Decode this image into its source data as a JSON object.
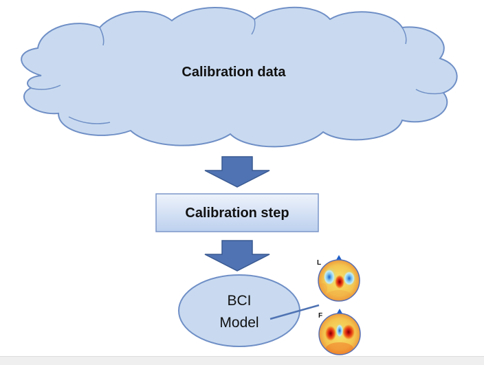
{
  "diagram": {
    "cloud": {
      "label": "Calibration data"
    },
    "step": {
      "label": "Calibration step"
    },
    "model": {
      "line1": "BCI",
      "line2": "Model"
    },
    "maps": [
      {
        "label": "L"
      },
      {
        "label": "F"
      }
    ]
  },
  "colors": {
    "cloud_fill": "#c9daf0",
    "cloud_stroke": "#6f8fc6",
    "arrow_fill": "#4f73b3",
    "arrow_stroke": "#3a5a92",
    "step_fill_top": "#eef3fb",
    "step_fill_bottom": "#bcd0ee",
    "step_stroke": "#7b96c9",
    "model_fill": "#c9daf0",
    "model_stroke": "#6f8fc6",
    "connector": "#4f73b3",
    "map_head_stroke": "#5a6fb0"
  }
}
